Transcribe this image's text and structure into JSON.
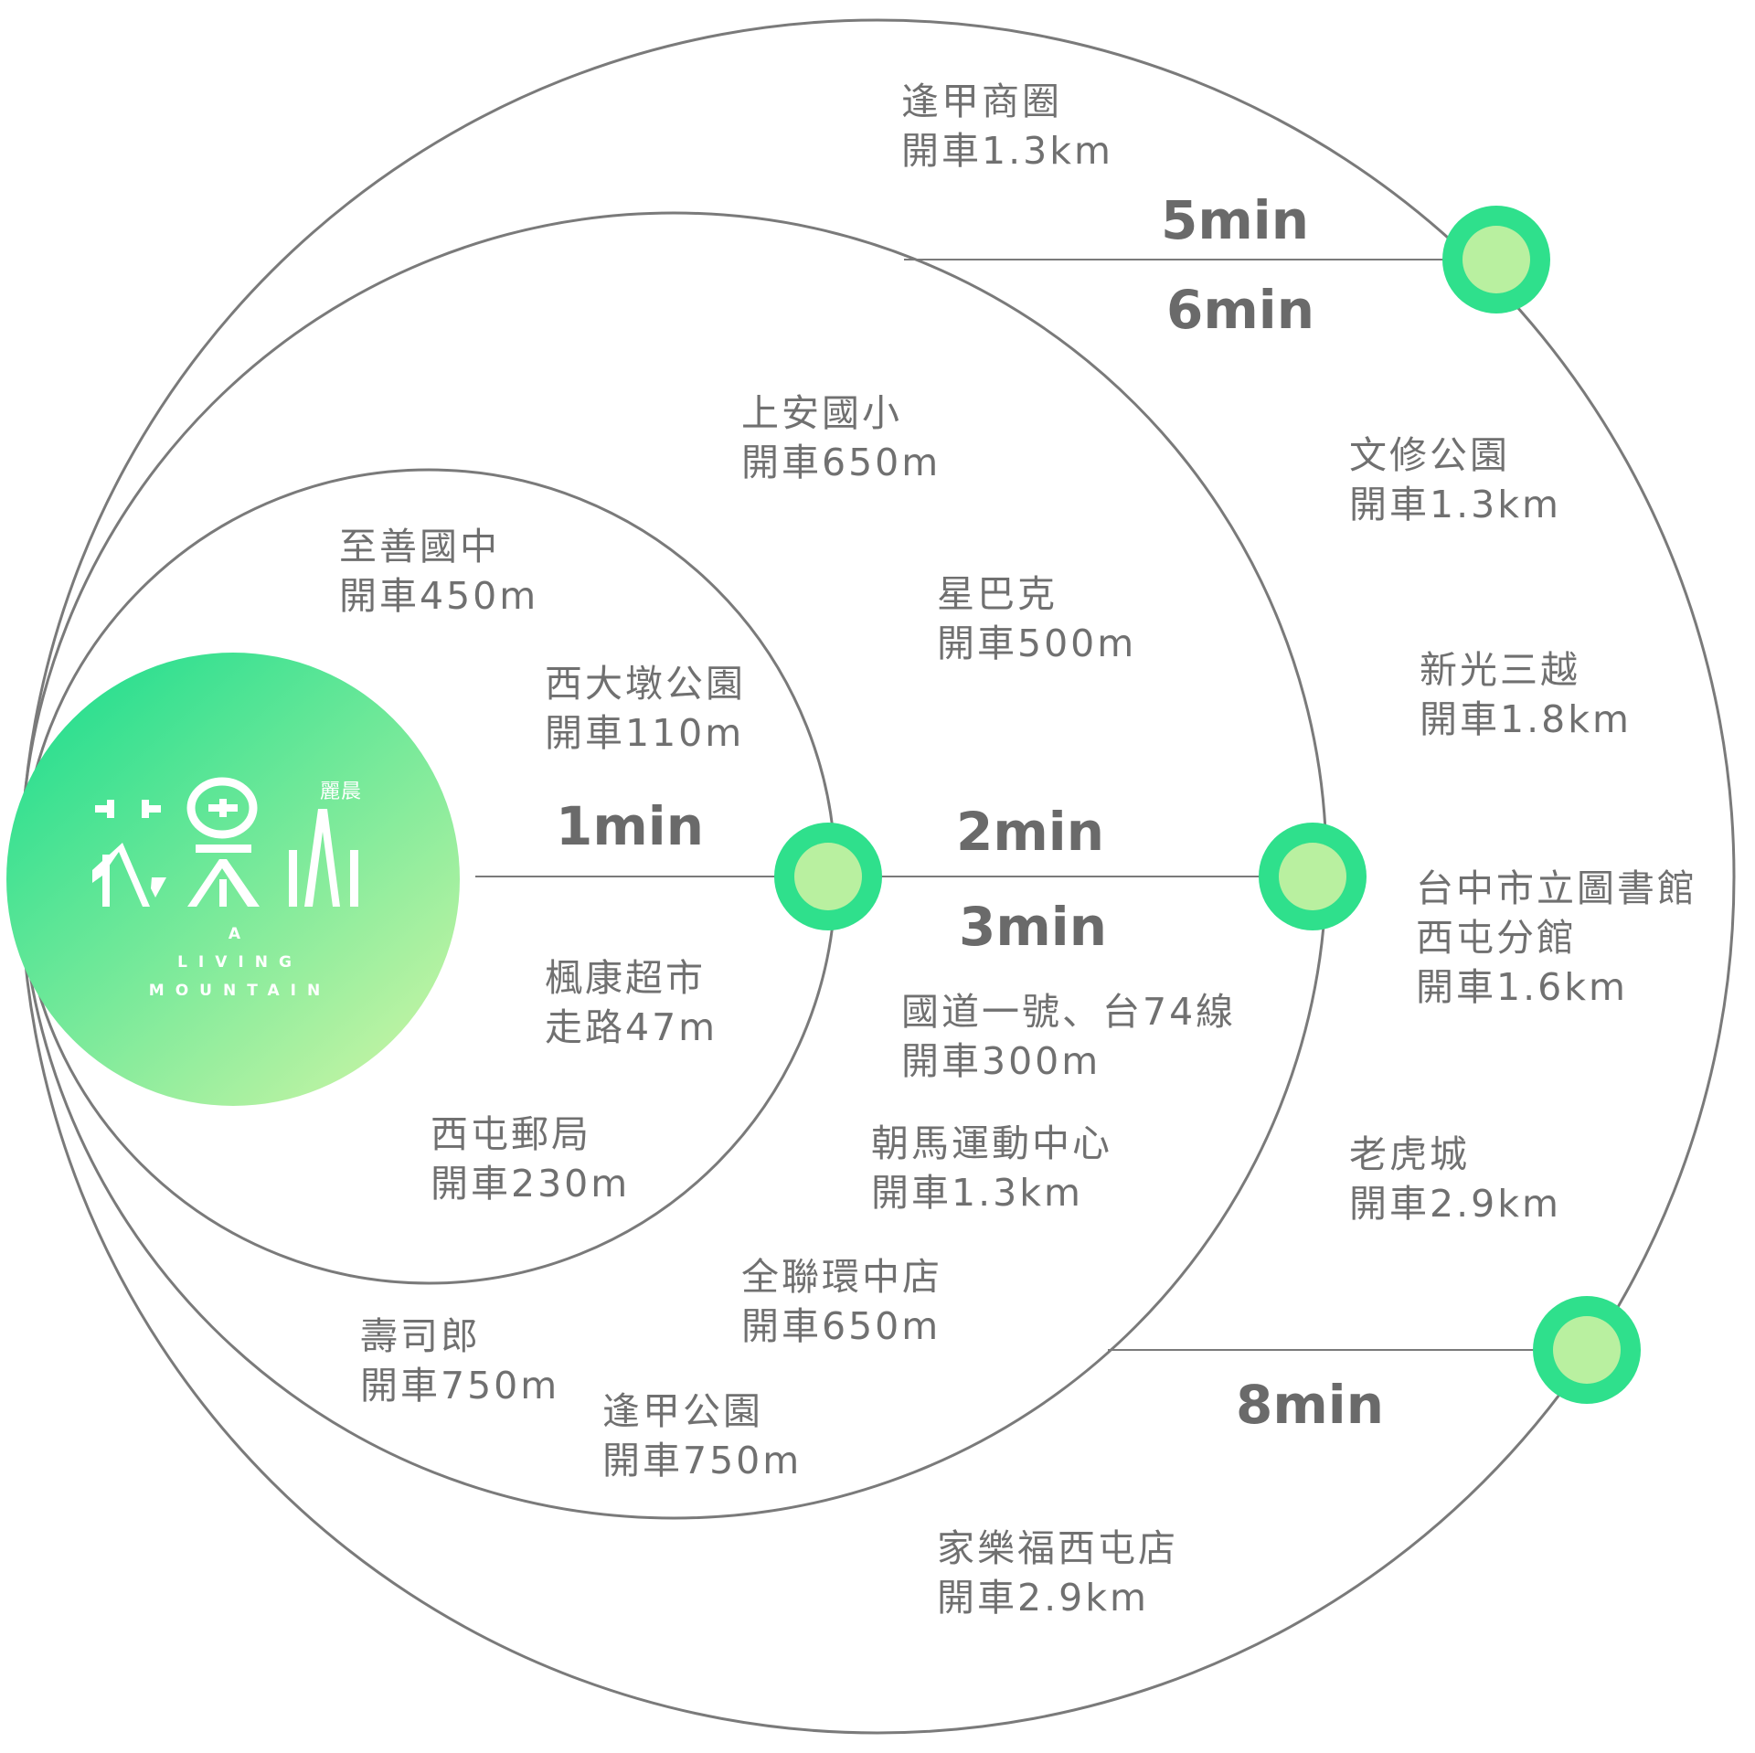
{
  "logo": {
    "brand_cn": "麗晨",
    "title_cn": "花果山",
    "tagline": [
      "A",
      "LIVING",
      "MOUNTAIN"
    ],
    "gradient": [
      "#2ddf90",
      "#bdf3a3"
    ]
  },
  "colors": {
    "ring": "#7a7a7a",
    "node_outer": "#2fe08c",
    "node_inner": "#b9f0a0",
    "text": "#707070"
  },
  "times": {
    "t1": "1min",
    "t2": "2min",
    "t3": "3min",
    "t5": "5min",
    "t6": "6min",
    "t8": "8min"
  },
  "places": [
    {
      "name": "逢甲商圈",
      "dist": "開車1.3km"
    },
    {
      "name": "上安國小",
      "dist": "開車650m"
    },
    {
      "name": "文修公園",
      "dist": "開車1.3km"
    },
    {
      "name": "至善國中",
      "dist": "開車450m"
    },
    {
      "name": "星巴克",
      "dist": "開車500m"
    },
    {
      "name": "新光三越",
      "dist": "開車1.8km"
    },
    {
      "name": "西大墩公園",
      "dist": "開車110m"
    },
    {
      "name": "台中市立圖書館",
      "name2": "西屯分館",
      "dist": "開車1.6km"
    },
    {
      "name": "楓康超市",
      "dist": "走路47m"
    },
    {
      "name": "國道一號、台74線",
      "dist": "開車300m"
    },
    {
      "name": "西屯郵局",
      "dist": "開車230m"
    },
    {
      "name": "朝馬運動中心",
      "dist": "開車1.3km"
    },
    {
      "name": "老虎城",
      "dist": "開車2.9km"
    },
    {
      "name": "全聯環中店",
      "dist": "開車650m"
    },
    {
      "name": "壽司郎",
      "dist": "開車750m"
    },
    {
      "name": "逢甲公園",
      "dist": "開車750m"
    },
    {
      "name": "家樂福西屯店",
      "dist": "開車2.9km"
    }
  ]
}
